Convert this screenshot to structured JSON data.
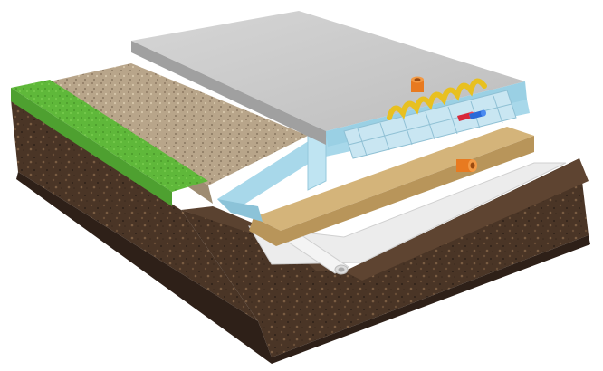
{
  "image": {
    "subject": "foundation-slab-cross-section",
    "layers": [
      {
        "name": "grass",
        "color": "#5fb83a"
      },
      {
        "name": "gravel-bed",
        "color": "#b8a58a"
      },
      {
        "name": "soil",
        "color": "#4a3526"
      },
      {
        "name": "sand-layer",
        "color": "#c9a86a"
      },
      {
        "name": "geotextile-membrane",
        "color": "#eeeeee"
      },
      {
        "name": "insulation-board",
        "color": "#a8d8ea"
      },
      {
        "name": "concrete-slab",
        "color": "#c8c8c8"
      },
      {
        "name": "underfloor-heating-pipe",
        "color": "#e8c020"
      },
      {
        "name": "drain-pipe",
        "color": "#f2f2f2"
      },
      {
        "name": "service-pipe-orange",
        "color": "#e87a20"
      },
      {
        "name": "service-pipe-red",
        "color": "#d8283a"
      },
      {
        "name": "service-pipe-blue",
        "color": "#2a6ad8"
      }
    ]
  }
}
